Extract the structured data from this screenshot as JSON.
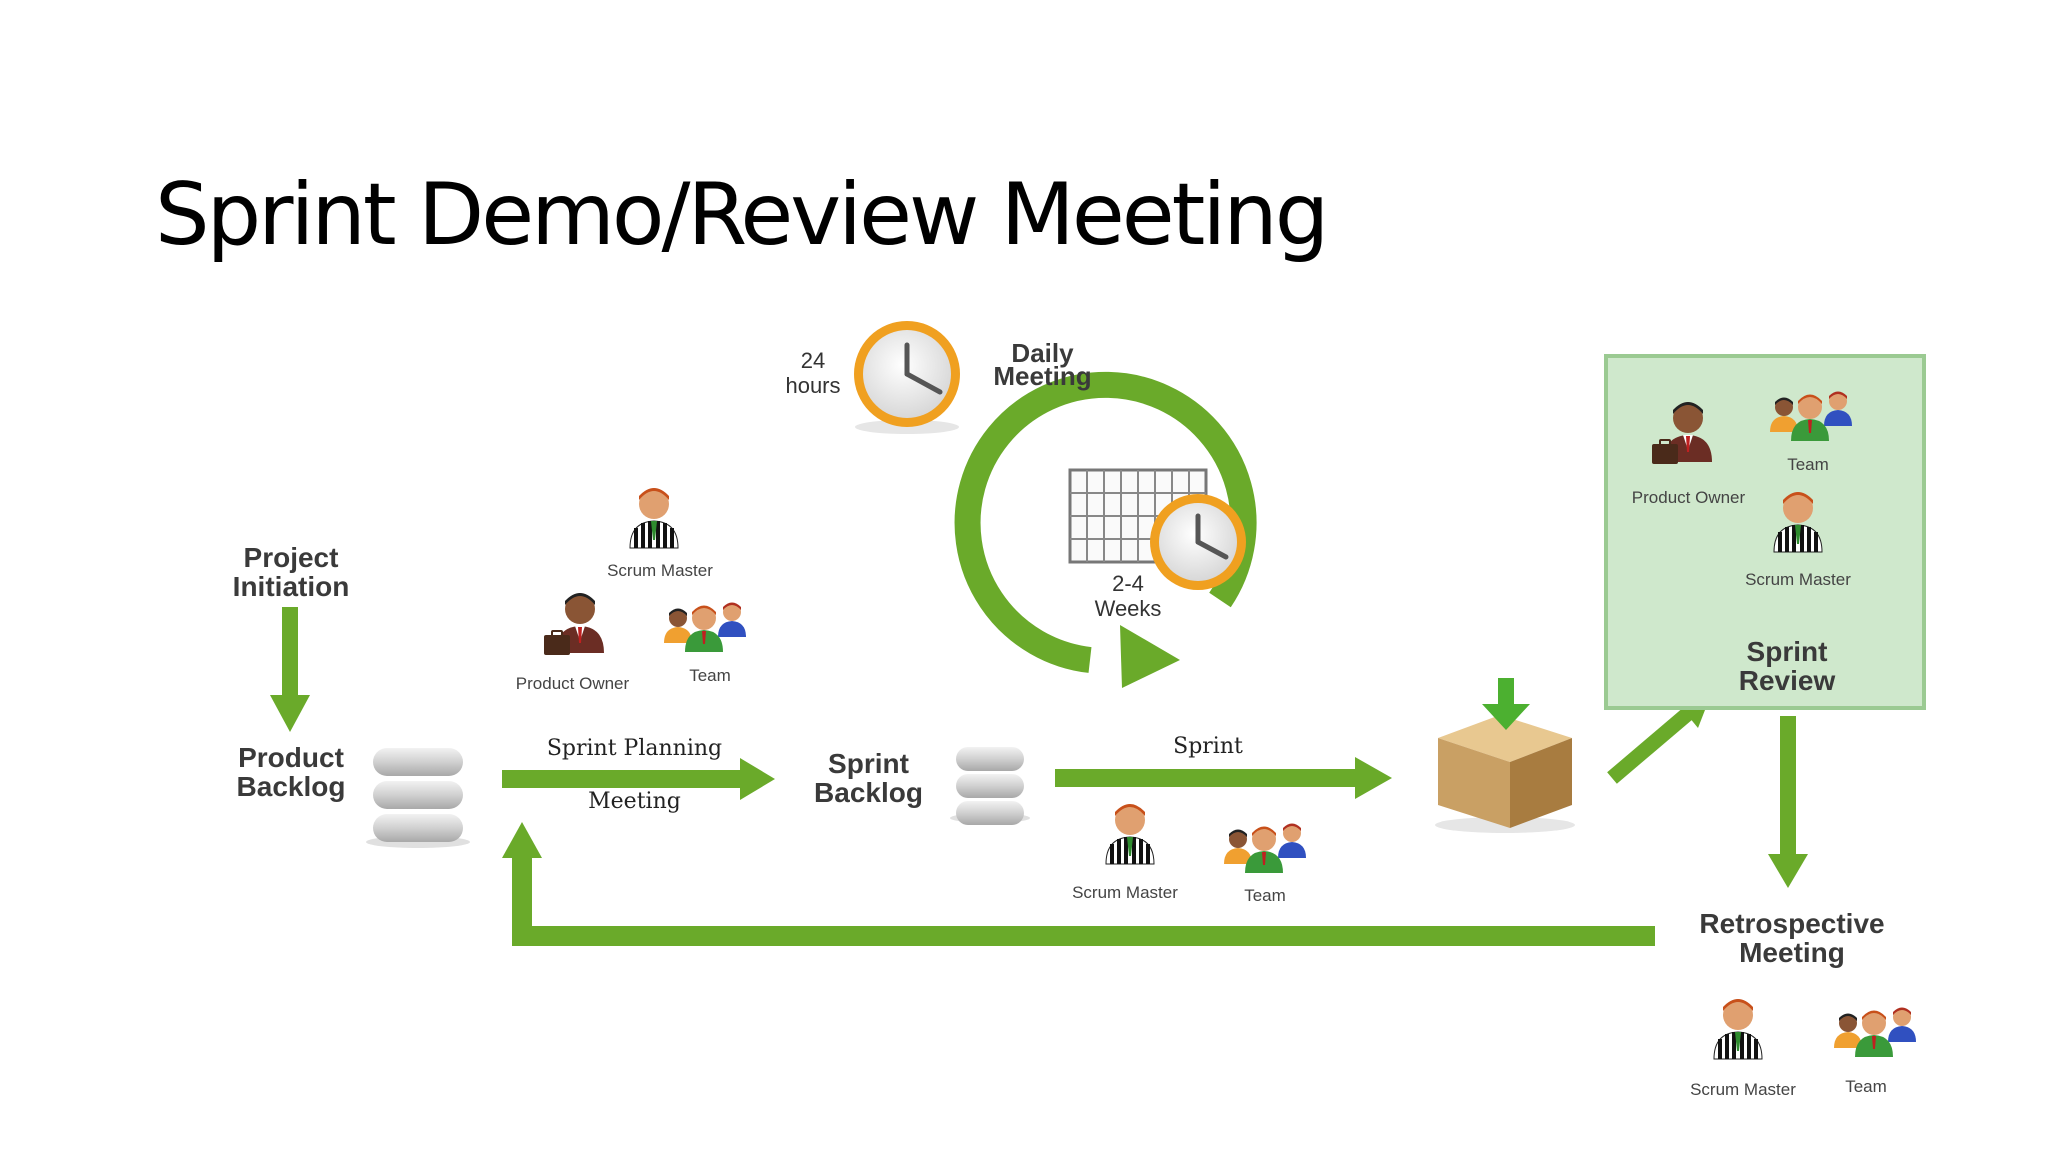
{
  "title": "Sprint Demo/Review Meeting",
  "daily_meeting": {
    "hours_num": "24",
    "hours_unit": "hours",
    "label_line1": "Daily",
    "label_line2": "Meeting"
  },
  "sprint_cycle": {
    "line1": "2-4",
    "line2": "Weeks"
  },
  "project_initiation": {
    "line1": "Project",
    "line2": "Initiation"
  },
  "product_backlog": {
    "line1": "Product",
    "line2": "Backlog"
  },
  "sprint_planning": {
    "top": "Sprint Planning",
    "bottom": "Meeting"
  },
  "sprint_backlog": {
    "line1": "Sprint",
    "line2": "Backlog"
  },
  "sprint_arrow": {
    "label": "Sprint"
  },
  "planning_roles": {
    "scrum_master": "Scrum Master",
    "product_owner": "Product Owner",
    "team": "Team"
  },
  "sprint_roles": {
    "scrum_master": "Scrum Master",
    "team": "Team"
  },
  "review_box": {
    "team": "Team",
    "product_owner": "Product Owner",
    "scrum_master": "Scrum Master",
    "line1": "Sprint",
    "line2": "Review"
  },
  "retrospective": {
    "line1": "Retrospective",
    "line2": "Meeting",
    "scrum_master": "Scrum Master",
    "team": "Team"
  },
  "colors": {
    "arrow_green": "#6aaa2a",
    "review_bg": "#cfe8cc",
    "clock_orange": "#f0a020",
    "box_tan": "#c9a064"
  }
}
